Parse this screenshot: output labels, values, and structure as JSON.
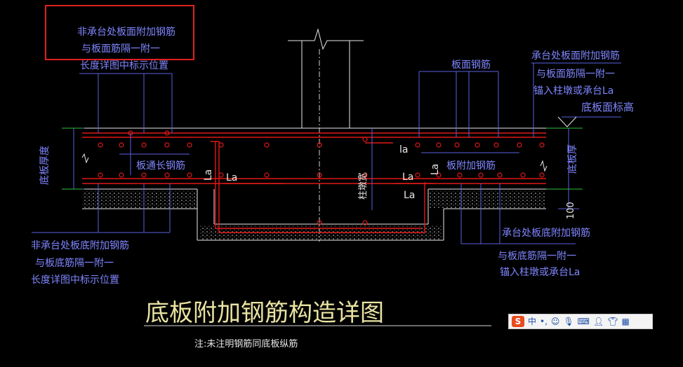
{
  "labels": {
    "top_left": [
      "非承台处板面附加钢筋",
      "与板面筋隔一附一",
      "长度详图中标示位置"
    ],
    "top_center": "板面钢筋",
    "top_right": [
      "承台处板面附加钢筋",
      "与板面筋隔一附一",
      "锚入柱墩或承台La"
    ],
    "slab_top_elev": "底板面标高",
    "slab_thickness_left": "底板厚度",
    "slab_thickness_right": "底板厚",
    "through_bar": "板通长钢筋",
    "add_bar": "板附加钢筋",
    "column_width": "柱墩宽",
    "la": "La",
    "la_right": "la",
    "dim_100": "100",
    "bottom_left": [
      "非承台处板底附加钢筋",
      "与板底筋隔一附一",
      "长度详图中标示位置"
    ],
    "bottom_right": [
      "承台处板底附加钢筋",
      "与板底筋隔一附一",
      "锚入柱墩或承台La"
    ],
    "title": "底板附加钢筋构造详图",
    "note": "注:未注明钢筋同底板纵筋"
  },
  "colors": {
    "background": "#000000",
    "dim_lines": "#5a5fe0",
    "rebar": "#e01818",
    "outline": "#e8e8e8",
    "column": "#e8e8e8",
    "highlight_box": "#e02020",
    "title_text": "#e9e3a2",
    "dim_ext": "#2fbf3a"
  },
  "ime": {
    "logo": "S",
    "mode": "中",
    "punct": "•,",
    "icons": [
      "emoji-icon",
      "mic-icon",
      "keyboard-icon",
      "user-icon",
      "shirt-icon",
      "grid-icon"
    ]
  }
}
